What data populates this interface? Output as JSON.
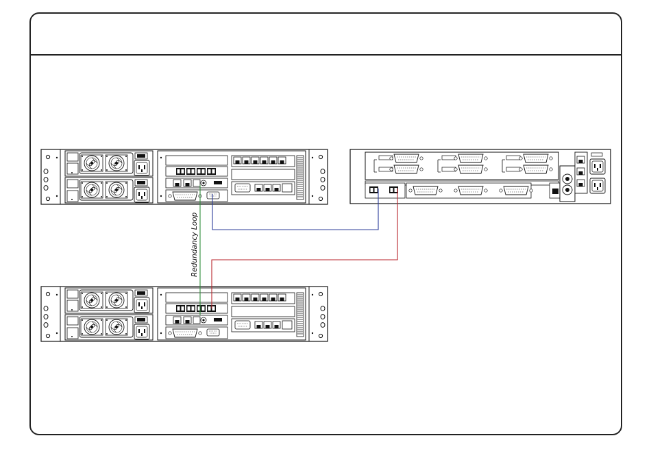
{
  "diagram": {
    "loop_label": "Redundancy Loop",
    "cable_colors": {
      "redundancy": "#2e8b3a",
      "blue": "#2c3d9a",
      "red": "#b8232b"
    },
    "devices": [
      {
        "id": "router-top",
        "icon": "rack-router"
      },
      {
        "id": "router-bottom",
        "icon": "rack-router"
      },
      {
        "id": "port-chassis",
        "icon": "rack-port-chassis"
      }
    ]
  }
}
